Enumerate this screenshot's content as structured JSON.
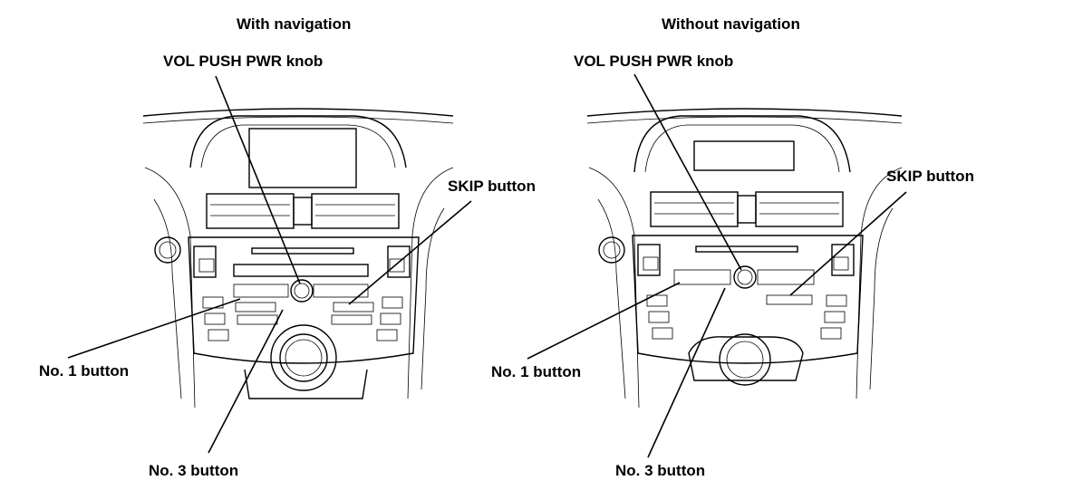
{
  "panels": {
    "left": {
      "title": "With navigation",
      "knob_label": "VOL PUSH PWR knob",
      "skip_label": "SKIP button",
      "no1_label": "No. 1 button",
      "no3_label": "No. 3 button"
    },
    "right": {
      "title": "Without navigation",
      "knob_label": "VOL PUSH PWR knob",
      "skip_label": "SKIP button",
      "no1_label": "No. 1 button",
      "no3_label": "No. 3 button"
    }
  }
}
